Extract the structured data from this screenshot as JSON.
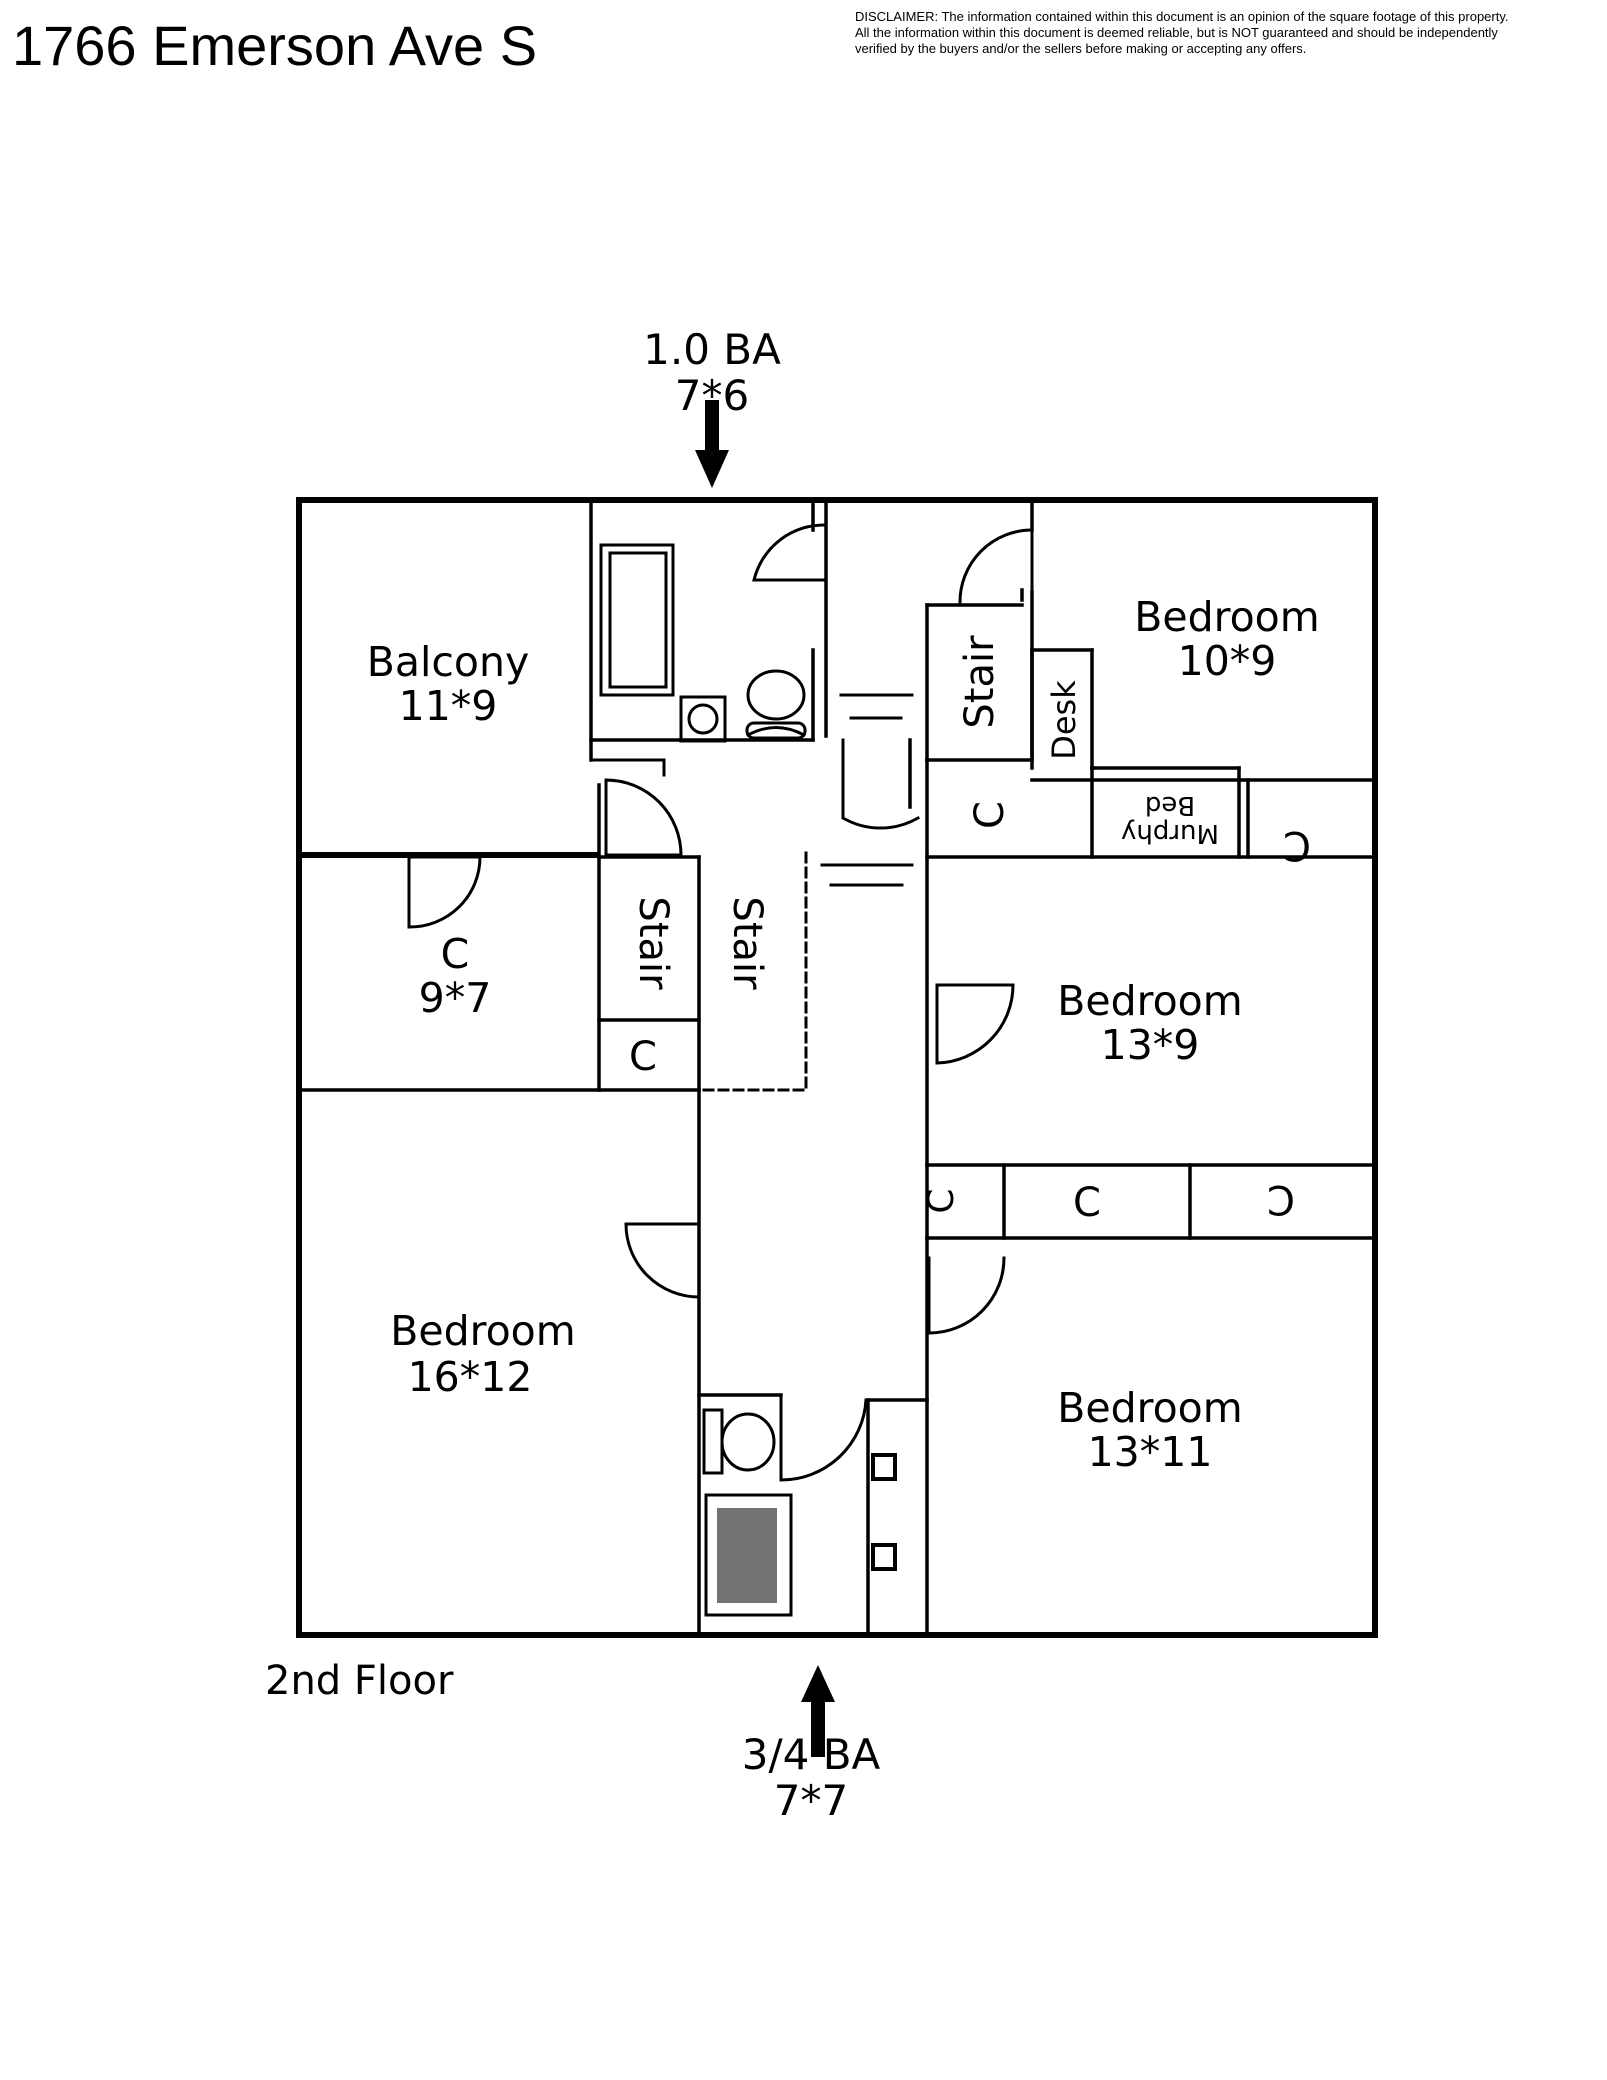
{
  "header": {
    "title": "1766 Emerson Ave S",
    "disclaimer": [
      "DISCLAIMER: The information contained within this document is an opinion of the square footage of this property.",
      "All the information within this document is deemed reliable, but is NOT guaranteed and should be independently",
      "verified by the buyers and/or the sellers before making or accepting any offers."
    ]
  },
  "floorplan": {
    "floor_label": "2nd Floor",
    "top_bath": {
      "name": "1.0 BA",
      "size": "7*6"
    },
    "bottom_bath": {
      "name": "3/4 BA",
      "size": "7*7"
    },
    "rooms": [
      {
        "name": "Balcony",
        "size": "11*9"
      },
      {
        "name": "Bedroom",
        "size": "10*9"
      },
      {
        "name": "C",
        "size": "9*7"
      },
      {
        "name": "Bedroom",
        "size": "13*9"
      },
      {
        "name": "Bedroom",
        "size": "16*12"
      },
      {
        "name": "Bedroom",
        "size": "13*11"
      }
    ],
    "labels": {
      "stair": "Stair",
      "closet": "C",
      "desk": "Desk",
      "murphy_line1": "Murphy",
      "murphy_line2": "Bed"
    }
  }
}
